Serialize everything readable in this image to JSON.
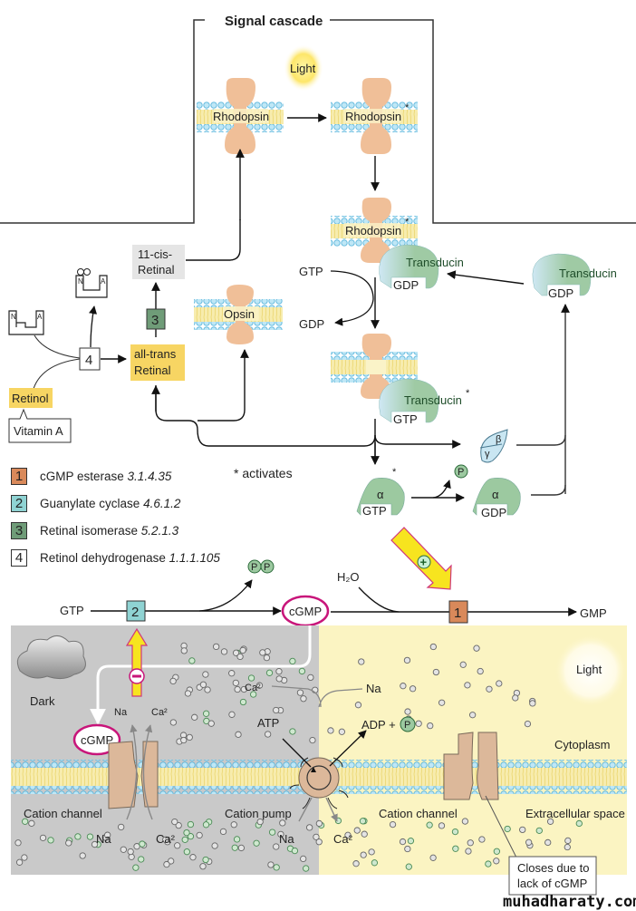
{
  "title": "Signal cascade",
  "colors": {
    "enzyme1": "#d9895a",
    "enzyme2": "#8fd3d3",
    "enzyme3": "#6f9c78",
    "enzyme4": "#ffffff",
    "rhodopsin_protein": "#f0bf98",
    "membrane_head": "#a7def2",
    "membrane_tail": "#f5e79a",
    "transducin_green": "#9cc9a0",
    "transducin_blue": "#c9e6f2",
    "dark_region": "#c9c9c9",
    "light_region": "#fbf4c2",
    "cgmp_ring": "#c8157a",
    "retinal_highlight": "#f7d563",
    "cis_retinal_box": "#e5e5e5"
  },
  "top": {
    "light_label": "Light",
    "rhodopsin_1": "Rhodopsin",
    "rhodopsin_2": "Rhodopsin",
    "rhodopsin_3": "Rhodopsin",
    "opsin": "Opsin",
    "cis_retinal_line1": "11-cis-",
    "cis_retinal_line2": "Retinal",
    "all_trans_line1": "all-trans",
    "all_trans_line2": "Retinal",
    "retinol": "Retinol",
    "vitamin_a": "Vitamin A",
    "nad_n": "N",
    "nad_a": "A",
    "enzyme3_num": "3",
    "enzyme4_num": "4",
    "gtp": "GTP",
    "gdp": "GDP",
    "transducin_1": "Transducin",
    "transducin_1_gdp": "GDP",
    "transducin_2": "Transducin",
    "transducin_2_gdp": "GDP",
    "transducin_3": "Transducin",
    "transducin_3_gtp": "GTP",
    "asterisk": "*",
    "beta": "β",
    "gamma": "γ",
    "alpha_1": "α",
    "alpha_1_gtp": "GTP",
    "alpha_2": "α",
    "alpha_2_gdp": "GDP",
    "phosphate": "P",
    "activates_note": "* activates",
    "plus": "+",
    "minus": "−"
  },
  "legend": [
    {
      "num": "1",
      "name": "cGMP esterase ",
      "ec": "3.1.4.35",
      "color": "#d9895a"
    },
    {
      "num": "2",
      "name": "Guanylate cyclase ",
      "ec": "4.6.1.2",
      "color": "#8fd3d3"
    },
    {
      "num": "3",
      "name": "Retinal isomerase ",
      "ec": "5.2.1.3",
      "color": "#6f9c78"
    },
    {
      "num": "4",
      "name": "Retinol dehydrogenase ",
      "ec": "1.1.1.105",
      "color": "#ffffff"
    }
  ],
  "middle": {
    "gtp": "GTP",
    "enzyme2_num": "2",
    "ppi_1": "P",
    "ppi_2": "P",
    "cgmp": "cGMP",
    "h2o": "H₂O",
    "enzyme1_num": "1",
    "gmp": "GMP"
  },
  "bottom": {
    "dark": "Dark",
    "light": "Light",
    "cgmp": "cGMP",
    "na_in": "Na",
    "ca_in": "Ca²",
    "ca_mid": "Ca²",
    "na_right": "Na",
    "atp": "ATP",
    "adp": "ADP +",
    "adp_p": "P",
    "cytoplasm": "Cytoplasm",
    "cation_channel_left": "Cation channel",
    "cation_pump": "Cation pump",
    "cation_channel_right": "Cation channel",
    "extracellular": "Extracellular space",
    "na_out": "Na",
    "ca_out": "Ca²",
    "na_out2": "Na",
    "ca_out2": "Ca²",
    "closes_line1": "Closes due to",
    "closes_line2": "lack of cGMP",
    "watermark": "muhadharaty.com"
  }
}
